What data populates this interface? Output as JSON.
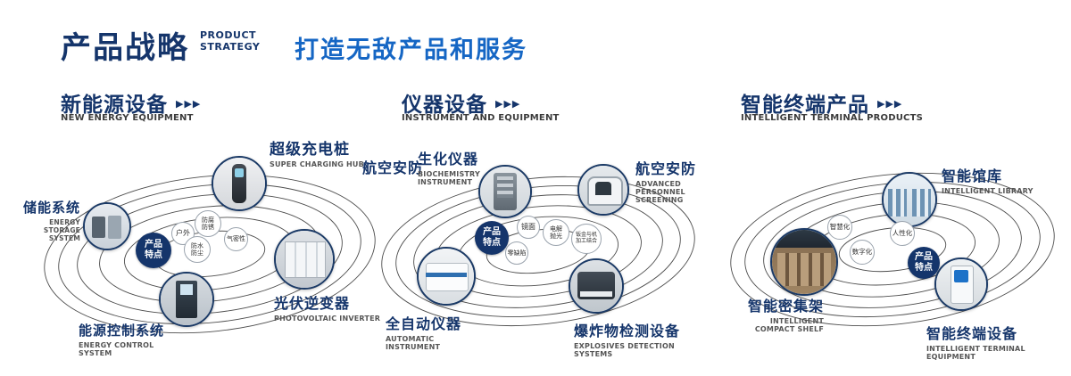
{
  "header": {
    "title": "产品战略",
    "title_en_line1": "PRODUCT",
    "title_en_line2": "STRATEGY",
    "subtitle": "打造无敌产品和服务"
  },
  "icons": {
    "section_arrow": "▶▶▶"
  },
  "colors": {
    "heading_navy": "#15356b",
    "subtitle_blue": "#1566c4",
    "badge_navy": "#15356b"
  },
  "sections": [
    {
      "heading": "新能源设备",
      "heading_en": "NEW ENERGY EQUIPMENT",
      "badge": "产品特点",
      "features": [
        "户外",
        "防腐防锈",
        "气密性",
        "防水防尘"
      ],
      "products": [
        {
          "name": "储能系统",
          "en": "ENERGY STORAGE SYSTEM"
        },
        {
          "name": "超级充电桩",
          "en": "SUPER CHARGING HUB"
        },
        {
          "name": "光伏逆变器",
          "en": "PHOTOVOLTAIC INVERTER"
        },
        {
          "name": "能源控制系统",
          "en": "ENERGY CONTROL SYSTEM"
        }
      ]
    },
    {
      "heading": "仪器设备",
      "heading_en": "INSTRUMENT AND EQUIPMENT",
      "badge": "产品特点",
      "side_label": "航空安防",
      "features": [
        "镜面",
        "电解抛光",
        "零缺陷",
        "钣金与机加工结合"
      ],
      "products": [
        {
          "name": "生化仪器",
          "en": "BIOCHEMISTRY INSTRUMENT"
        },
        {
          "name": "航空安防",
          "en": "ADVANCED PERSONNEL SCREENING"
        },
        {
          "name": "全自动仪器",
          "en": "AUTOMATIC INSTRUMENT"
        },
        {
          "name": "爆炸物检测设备",
          "en": "EXPLOSIVES DETECTION SYSTEMS"
        }
      ]
    },
    {
      "heading": "智能终端产品",
      "heading_en": "INTELLIGENT TERMINAL PRODUCTS",
      "badge": "产品特点",
      "features": [
        "智慧化",
        "人性化",
        "数字化"
      ],
      "products": [
        {
          "name": "智能馆库",
          "en": "INTELLIGENT LIBRARY"
        },
        {
          "name": "智能密集架",
          "en": "INTELLIGENT COMPACT SHELF"
        },
        {
          "name": "智能终端设备",
          "en": "INTELLIGENT TERMINAL EQUIPMENT"
        }
      ]
    }
  ]
}
